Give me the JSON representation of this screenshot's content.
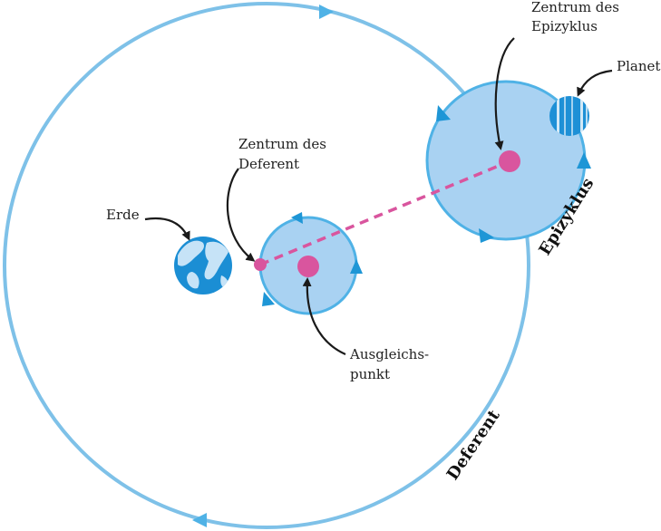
{
  "colors": {
    "deferent_stroke": "#7ec1e8",
    "circle_fill": "#a9d2f2",
    "circle_stroke": "#4fb2e6",
    "arrow_blue": "#1e96d6",
    "magenta": "#d9559e",
    "earth_ocean": "#1b8ed4",
    "earth_land": "#c6e3f7",
    "planet_blue": "#1e90d6"
  },
  "labels": {
    "earth": "Erde",
    "deferent_center_line1": "Zentrum des",
    "deferent_center_line2": "Deferent",
    "equant_line1": "Ausgleichs-",
    "equant_line2": "punkt",
    "epicycle_center_line1": "Zentrum des",
    "epicycle_center_line2": "Epizyklus",
    "planet": "Planet",
    "epicycle": "Epizyklus",
    "deferent": "Deferent"
  },
  "icons": {
    "earth": "earth-globe-icon",
    "planet": "planet-icon"
  }
}
